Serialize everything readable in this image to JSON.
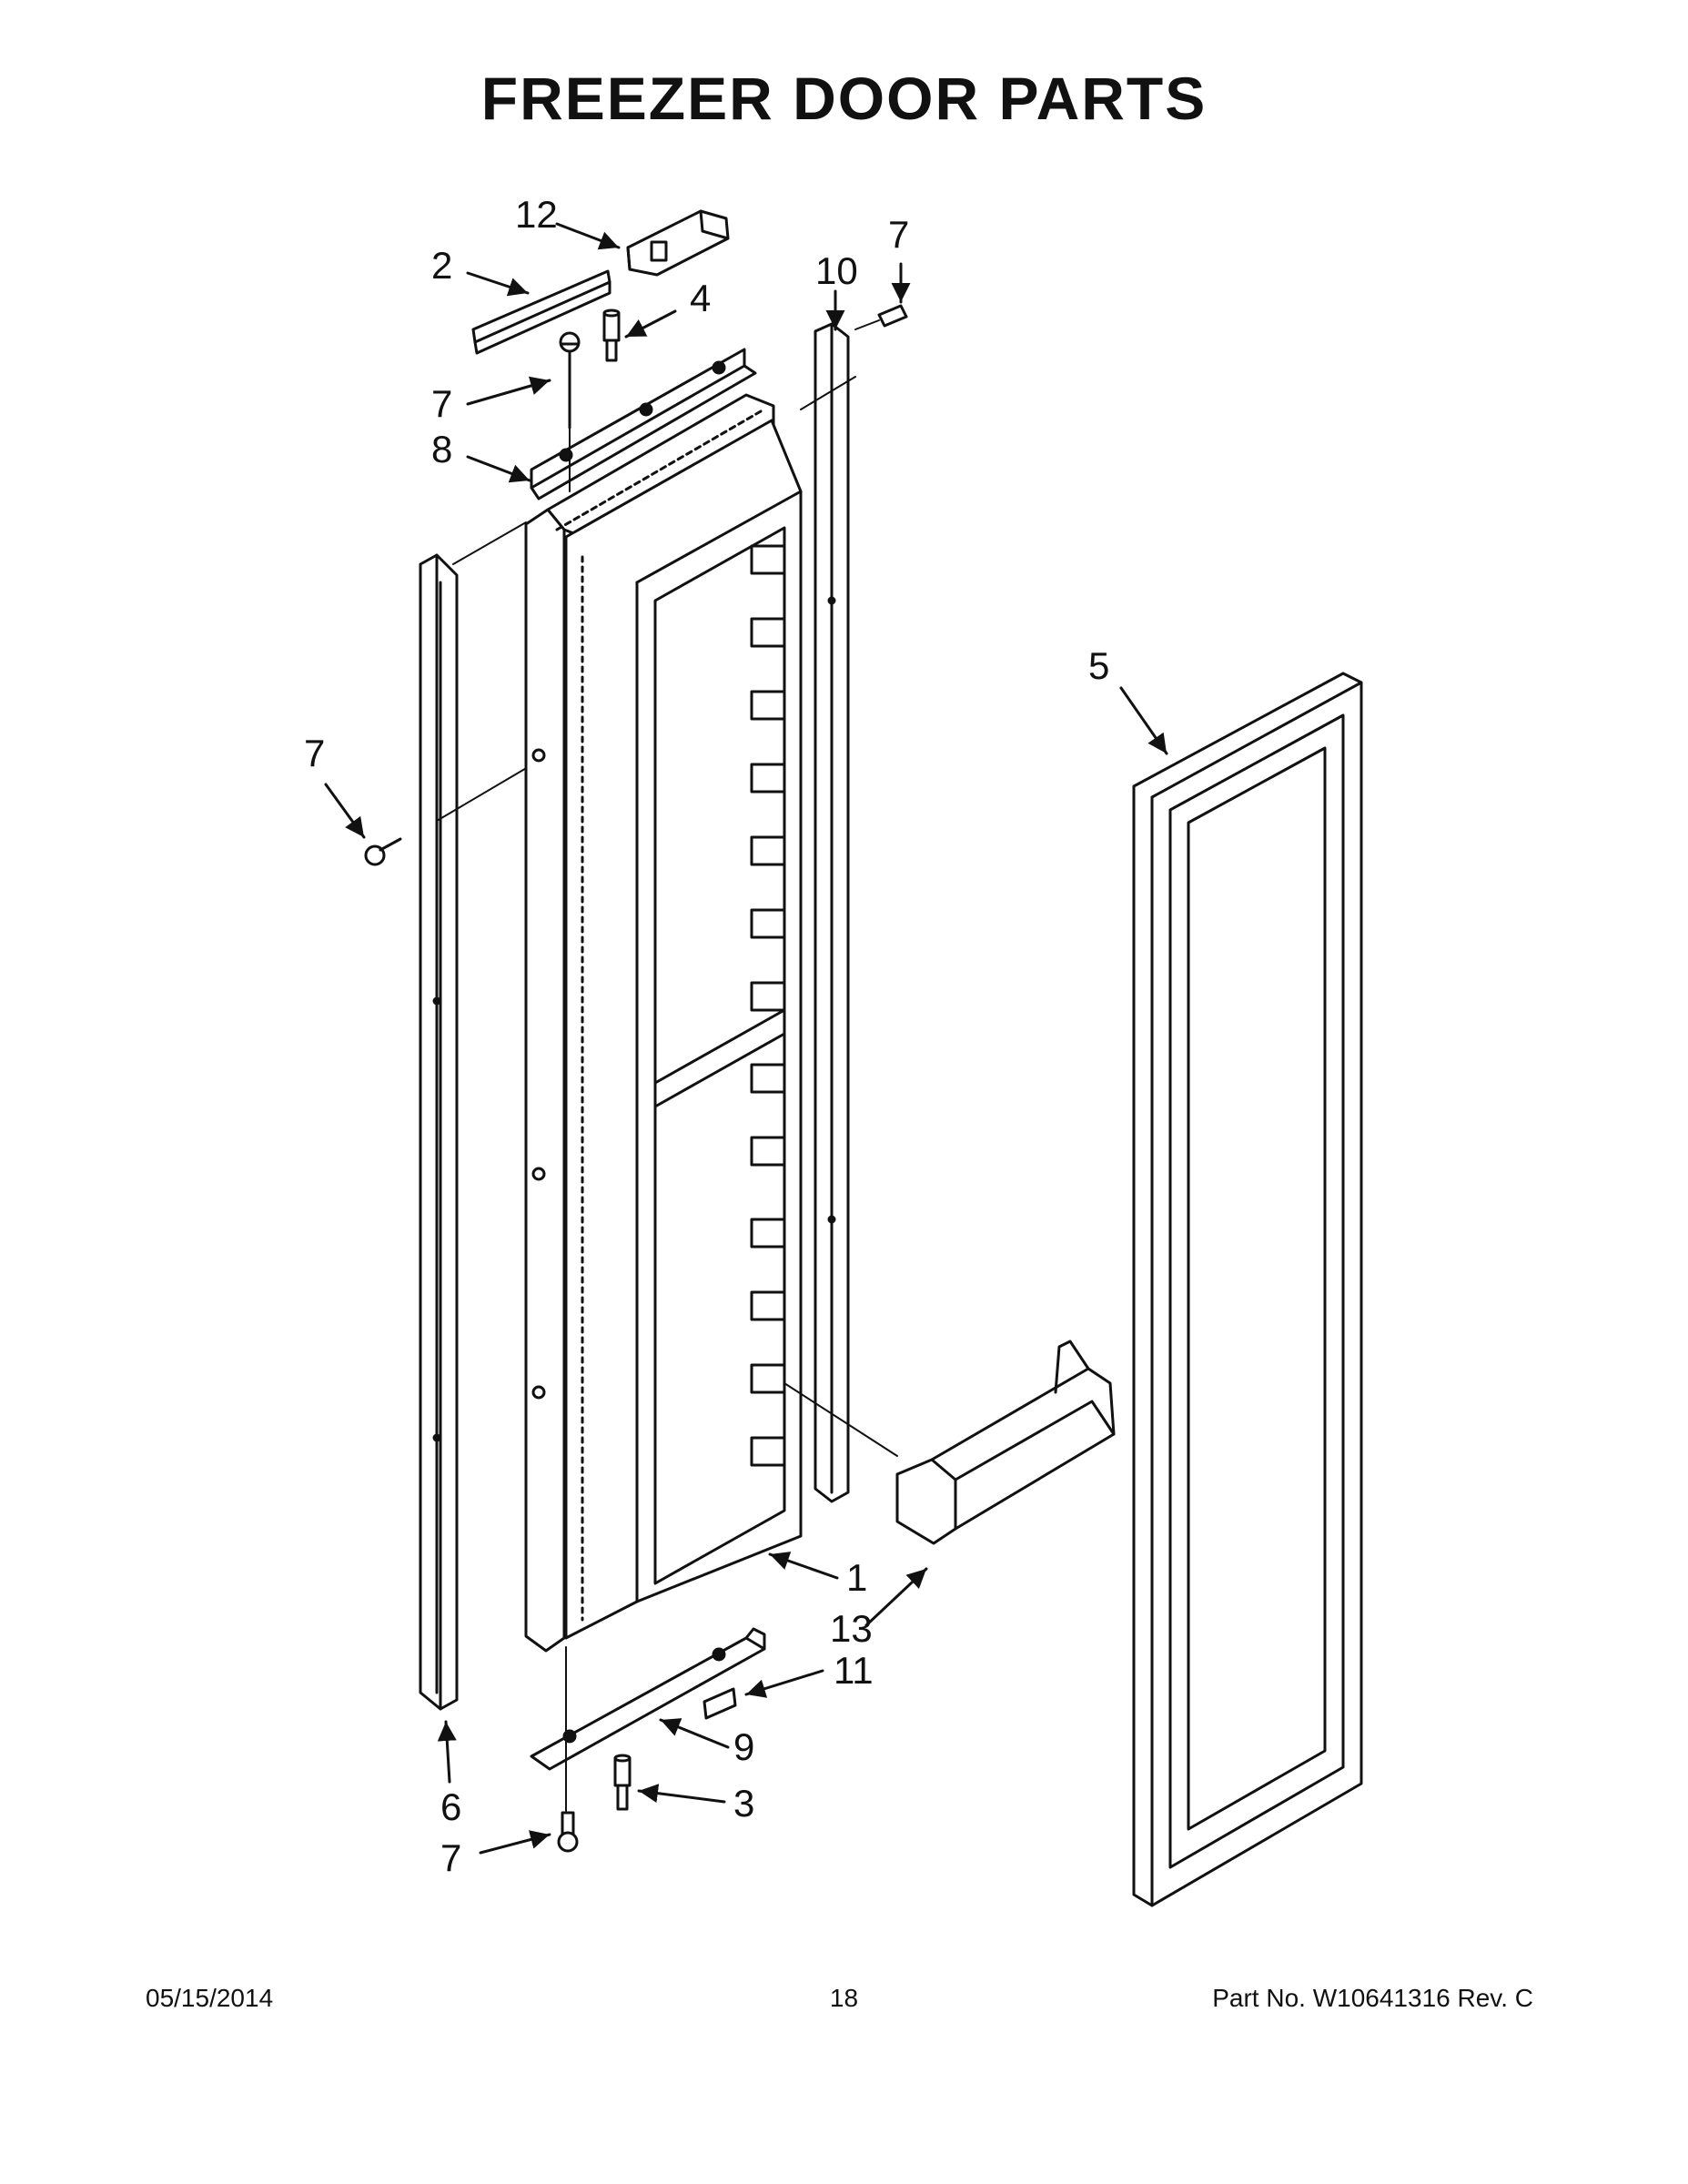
{
  "title": "FREEZER DOOR PARTS",
  "callouts": [
    {
      "id": "c12",
      "label": "12"
    },
    {
      "id": "c2",
      "label": "2"
    },
    {
      "id": "c4",
      "label": "4"
    },
    {
      "id": "c10",
      "label": "10"
    },
    {
      "id": "c7a",
      "label": "7"
    },
    {
      "id": "c7b",
      "label": "7"
    },
    {
      "id": "c8",
      "label": "8"
    },
    {
      "id": "c5",
      "label": "5"
    },
    {
      "id": "c7c",
      "label": "7"
    },
    {
      "id": "c1",
      "label": "1"
    },
    {
      "id": "c13",
      "label": "13"
    },
    {
      "id": "c11",
      "label": "11"
    },
    {
      "id": "c9",
      "label": "9"
    },
    {
      "id": "c3",
      "label": "3"
    },
    {
      "id": "c6",
      "label": "6"
    },
    {
      "id": "c7d",
      "label": "7"
    }
  ],
  "footer": {
    "date": "05/15/2014",
    "page": "18",
    "part": "Part No.  W10641316  Rev.  C"
  }
}
